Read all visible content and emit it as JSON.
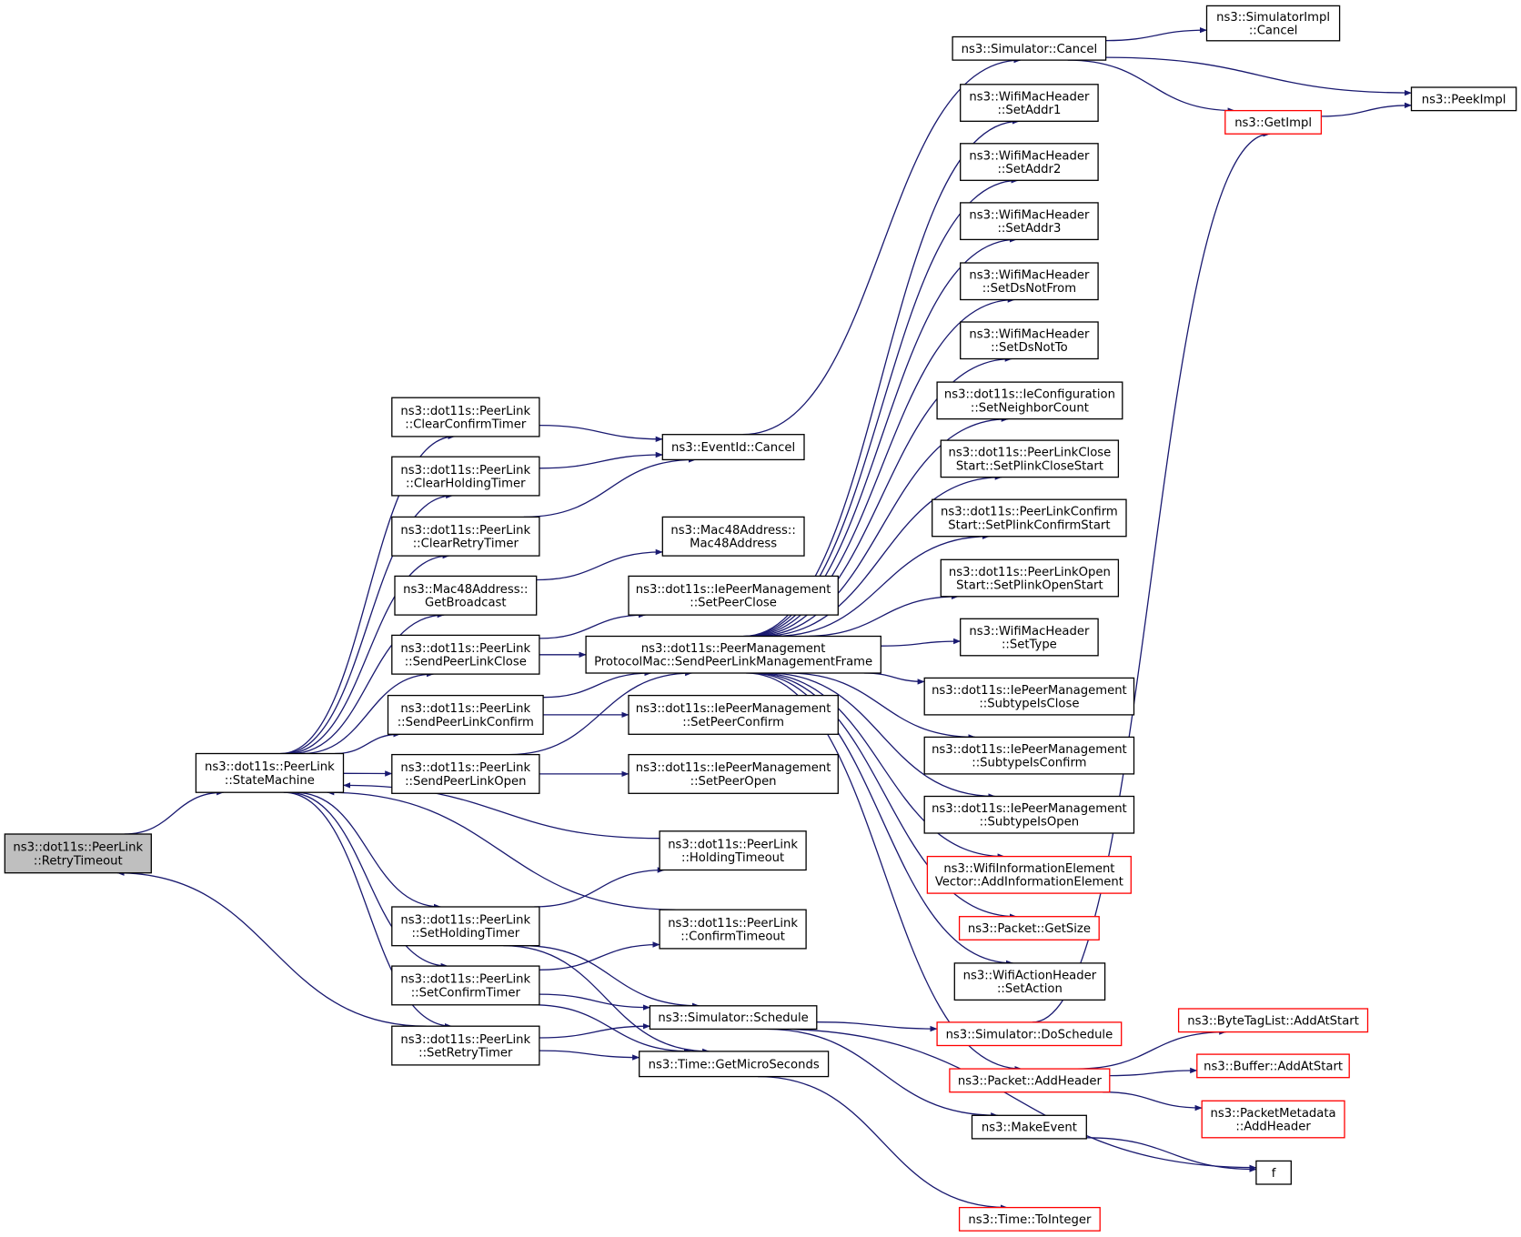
{
  "diagram": {
    "type": "call-graph",
    "colors": {
      "edge": "#191970",
      "node_border": "#000000",
      "truncated_node_border": "#ff0000",
      "focus_fill": "#bfbfbf"
    },
    "nodes": [
      {
        "id": "retry_timeout",
        "lines": [
          "ns3::dot11s::PeerLink",
          "::RetryTimeout"
        ],
        "focus": true
      },
      {
        "id": "state_machine",
        "lines": [
          "ns3::dot11s::PeerLink",
          "::StateMachine"
        ]
      },
      {
        "id": "clear_confirm_timer",
        "lines": [
          "ns3::dot11s::PeerLink",
          "::ClearConfirmTimer"
        ]
      },
      {
        "id": "clear_holding_timer",
        "lines": [
          "ns3::dot11s::PeerLink",
          "::ClearHoldingTimer"
        ]
      },
      {
        "id": "clear_retry_timer",
        "lines": [
          "ns3::dot11s::PeerLink",
          "::ClearRetryTimer"
        ]
      },
      {
        "id": "get_broadcast",
        "lines": [
          "ns3::Mac48Address::",
          "GetBroadcast"
        ]
      },
      {
        "id": "send_close",
        "lines": [
          "ns3::dot11s::PeerLink",
          "::SendPeerLinkClose"
        ]
      },
      {
        "id": "send_confirm",
        "lines": [
          "ns3::dot11s::PeerLink",
          "::SendPeerLinkConfirm"
        ]
      },
      {
        "id": "send_open",
        "lines": [
          "ns3::dot11s::PeerLink",
          "::SendPeerLinkOpen"
        ]
      },
      {
        "id": "set_holding_timer",
        "lines": [
          "ns3::dot11s::PeerLink",
          "::SetHoldingTimer"
        ]
      },
      {
        "id": "set_confirm_timer",
        "lines": [
          "ns3::dot11s::PeerLink",
          "::SetConfirmTimer"
        ]
      },
      {
        "id": "set_retry_timer",
        "lines": [
          "ns3::dot11s::PeerLink",
          "::SetRetryTimer"
        ]
      },
      {
        "id": "eventid_cancel",
        "lines": [
          "ns3::EventId::Cancel"
        ]
      },
      {
        "id": "mac48_ctor",
        "lines": [
          "ns3::Mac48Address::",
          "Mac48Address"
        ]
      },
      {
        "id": "set_peer_close",
        "lines": [
          "ns3::dot11s::IePeerManagement",
          "::SetPeerClose"
        ]
      },
      {
        "id": "send_mgmt_frame",
        "lines": [
          "ns3::dot11s::PeerManagement",
          "ProtocolMac::SendPeerLinkManagementFrame"
        ]
      },
      {
        "id": "set_peer_confirm",
        "lines": [
          "ns3::dot11s::IePeerManagement",
          "::SetPeerConfirm"
        ]
      },
      {
        "id": "set_peer_open",
        "lines": [
          "ns3::dot11s::IePeerManagement",
          "::SetPeerOpen"
        ]
      },
      {
        "id": "holding_timeout",
        "lines": [
          "ns3::dot11s::PeerLink",
          "::HoldingTimeout"
        ]
      },
      {
        "id": "confirm_timeout",
        "lines": [
          "ns3::dot11s::PeerLink",
          "::ConfirmTimeout"
        ]
      },
      {
        "id": "sim_schedule",
        "lines": [
          "ns3::Simulator::Schedule"
        ]
      },
      {
        "id": "time_get_micro",
        "lines": [
          "ns3::Time::GetMicroSeconds"
        ]
      },
      {
        "id": "sim_cancel",
        "lines": [
          "ns3::Simulator::Cancel"
        ]
      },
      {
        "id": "set_addr1",
        "lines": [
          "ns3::WifiMacHeader",
          "::SetAddr1"
        ]
      },
      {
        "id": "set_addr2",
        "lines": [
          "ns3::WifiMacHeader",
          "::SetAddr2"
        ]
      },
      {
        "id": "set_addr3",
        "lines": [
          "ns3::WifiMacHeader",
          "::SetAddr3"
        ]
      },
      {
        "id": "set_ds_not_from",
        "lines": [
          "ns3::WifiMacHeader",
          "::SetDsNotFrom"
        ]
      },
      {
        "id": "set_ds_not_to",
        "lines": [
          "ns3::WifiMacHeader",
          "::SetDsNotTo"
        ]
      },
      {
        "id": "set_neighbor_count",
        "lines": [
          "ns3::dot11s::IeConfiguration",
          "::SetNeighborCount"
        ]
      },
      {
        "id": "set_plink_close_start",
        "lines": [
          "ns3::dot11s::PeerLinkClose",
          "Start::SetPlinkCloseStart"
        ]
      },
      {
        "id": "set_plink_confirm_start",
        "lines": [
          "ns3::dot11s::PeerLinkConfirm",
          "Start::SetPlinkConfirmStart"
        ]
      },
      {
        "id": "set_plink_open_start",
        "lines": [
          "ns3::dot11s::PeerLinkOpen",
          "Start::SetPlinkOpenStart"
        ]
      },
      {
        "id": "set_type",
        "lines": [
          "ns3::WifiMacHeader",
          "::SetType"
        ]
      },
      {
        "id": "subtype_is_close",
        "lines": [
          "ns3::dot11s::IePeerManagement",
          "::SubtypeIsClose"
        ]
      },
      {
        "id": "subtype_is_confirm",
        "lines": [
          "ns3::dot11s::IePeerManagement",
          "::SubtypeIsConfirm"
        ]
      },
      {
        "id": "subtype_is_open",
        "lines": [
          "ns3::dot11s::IePeerManagement",
          "::SubtypeIsOpen"
        ]
      },
      {
        "id": "add_info_element",
        "lines": [
          "ns3::WifiInformationElement",
          "Vector::AddInformationElement"
        ],
        "truncated": true
      },
      {
        "id": "packet_get_size",
        "lines": [
          "ns3::Packet::GetSize"
        ],
        "truncated": true
      },
      {
        "id": "set_action",
        "lines": [
          "ns3::WifiActionHeader",
          "::SetAction"
        ]
      },
      {
        "id": "sim_do_schedule",
        "lines": [
          "ns3::Simulator::DoSchedule"
        ],
        "truncated": true
      },
      {
        "id": "packet_add_header",
        "lines": [
          "ns3::Packet::AddHeader"
        ],
        "truncated": true
      },
      {
        "id": "make_event",
        "lines": [
          "ns3::MakeEvent"
        ]
      },
      {
        "id": "time_to_integer",
        "lines": [
          "ns3::Time::ToInteger"
        ],
        "truncated": true
      },
      {
        "id": "f",
        "lines": [
          "f"
        ]
      },
      {
        "id": "sim_impl_cancel",
        "lines": [
          "ns3::SimulatorImpl",
          "::Cancel"
        ]
      },
      {
        "id": "get_impl",
        "lines": [
          "ns3::GetImpl"
        ],
        "truncated": true
      },
      {
        "id": "peek_impl",
        "lines": [
          "ns3::PeekImpl"
        ]
      },
      {
        "id": "bytetag_add",
        "lines": [
          "ns3::ByteTagList::AddAtStart"
        ],
        "truncated": true
      },
      {
        "id": "buffer_add",
        "lines": [
          "ns3::Buffer::AddAtStart"
        ],
        "truncated": true
      },
      {
        "id": "pkt_meta_add",
        "lines": [
          "ns3::PacketMetadata",
          "::AddHeader"
        ],
        "truncated": true
      }
    ],
    "edges": [
      [
        "retry_timeout",
        "state_machine"
      ],
      [
        "set_retry_timer",
        "retry_timeout"
      ],
      [
        "state_machine",
        "clear_confirm_timer"
      ],
      [
        "state_machine",
        "clear_holding_timer"
      ],
      [
        "state_machine",
        "clear_retry_timer"
      ],
      [
        "state_machine",
        "get_broadcast"
      ],
      [
        "state_machine",
        "send_close"
      ],
      [
        "state_machine",
        "send_confirm"
      ],
      [
        "state_machine",
        "send_open"
      ],
      [
        "state_machine",
        "set_holding_timer"
      ],
      [
        "state_machine",
        "set_confirm_timer"
      ],
      [
        "state_machine",
        "set_retry_timer"
      ],
      [
        "holding_timeout",
        "state_machine"
      ],
      [
        "confirm_timeout",
        "state_machine"
      ],
      [
        "clear_confirm_timer",
        "eventid_cancel"
      ],
      [
        "clear_holding_timer",
        "eventid_cancel"
      ],
      [
        "clear_retry_timer",
        "eventid_cancel"
      ],
      [
        "get_broadcast",
        "mac48_ctor"
      ],
      [
        "send_close",
        "set_peer_close"
      ],
      [
        "send_close",
        "send_mgmt_frame"
      ],
      [
        "send_confirm",
        "send_mgmt_frame"
      ],
      [
        "send_confirm",
        "set_peer_confirm"
      ],
      [
        "send_open",
        "send_mgmt_frame"
      ],
      [
        "send_open",
        "set_peer_open"
      ],
      [
        "set_holding_timer",
        "holding_timeout"
      ],
      [
        "set_holding_timer",
        "sim_schedule"
      ],
      [
        "set_holding_timer",
        "time_get_micro"
      ],
      [
        "set_confirm_timer",
        "confirm_timeout"
      ],
      [
        "set_confirm_timer",
        "sim_schedule"
      ],
      [
        "set_confirm_timer",
        "time_get_micro"
      ],
      [
        "set_retry_timer",
        "sim_schedule"
      ],
      [
        "set_retry_timer",
        "time_get_micro"
      ],
      [
        "eventid_cancel",
        "sim_cancel"
      ],
      [
        "send_mgmt_frame",
        "set_addr1"
      ],
      [
        "send_mgmt_frame",
        "set_addr2"
      ],
      [
        "send_mgmt_frame",
        "set_addr3"
      ],
      [
        "send_mgmt_frame",
        "set_ds_not_from"
      ],
      [
        "send_mgmt_frame",
        "set_ds_not_to"
      ],
      [
        "send_mgmt_frame",
        "set_neighbor_count"
      ],
      [
        "send_mgmt_frame",
        "set_plink_close_start"
      ],
      [
        "send_mgmt_frame",
        "set_plink_confirm_start"
      ],
      [
        "send_mgmt_frame",
        "set_plink_open_start"
      ],
      [
        "send_mgmt_frame",
        "set_type"
      ],
      [
        "send_mgmt_frame",
        "subtype_is_close"
      ],
      [
        "send_mgmt_frame",
        "subtype_is_confirm"
      ],
      [
        "send_mgmt_frame",
        "subtype_is_open"
      ],
      [
        "send_mgmt_frame",
        "add_info_element"
      ],
      [
        "send_mgmt_frame",
        "packet_get_size"
      ],
      [
        "send_mgmt_frame",
        "set_action"
      ],
      [
        "send_mgmt_frame",
        "packet_add_header"
      ],
      [
        "sim_schedule",
        "sim_do_schedule"
      ],
      [
        "sim_schedule",
        "make_event"
      ],
      [
        "sim_schedule",
        "f"
      ],
      [
        "time_get_micro",
        "time_to_integer"
      ],
      [
        "make_event",
        "f"
      ],
      [
        "sim_cancel",
        "sim_impl_cancel"
      ],
      [
        "sim_cancel",
        "get_impl"
      ],
      [
        "sim_cancel",
        "peek_impl"
      ],
      [
        "get_impl",
        "peek_impl"
      ],
      [
        "sim_do_schedule",
        "get_impl"
      ],
      [
        "packet_add_header",
        "bytetag_add"
      ],
      [
        "packet_add_header",
        "buffer_add"
      ],
      [
        "packet_add_header",
        "pkt_meta_add"
      ]
    ]
  }
}
